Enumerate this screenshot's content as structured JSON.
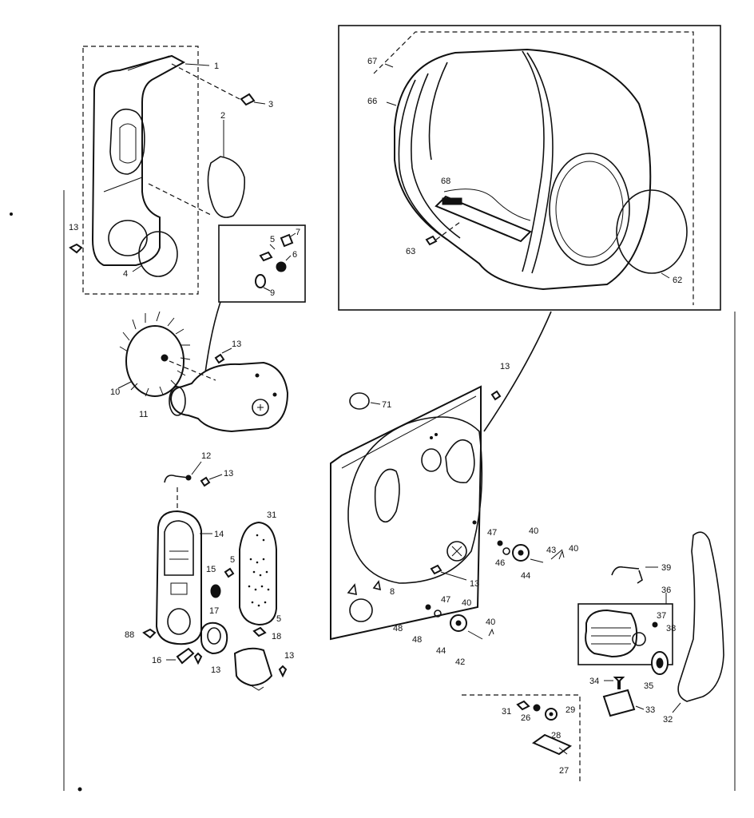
{
  "labels": {
    "p1": "1",
    "p2": "2",
    "p3": "3",
    "p4": "4",
    "p5a": "5",
    "p6": "6",
    "p7": "7",
    "p9": "9",
    "p10": "10",
    "p11": "11",
    "p12": "12",
    "p13a": "13",
    "p13b": "13",
    "p13c": "13",
    "p13d": "13",
    "p13e": "13",
    "p13f": "13",
    "p13g": "13",
    "p14": "14",
    "p15": "15",
    "p5b": "5",
    "p5c": "5",
    "p16": "16",
    "p17": "17",
    "p18": "18",
    "p31a": "31",
    "p88": "88",
    "p67": "67",
    "p66": "66",
    "p68": "68",
    "p63": "63",
    "p62": "62",
    "p71": "71",
    "p47a": "47",
    "p40a": "40",
    "p46a": "46",
    "p44a": "44",
    "p43": "43",
    "p40b": "40",
    "p8": "8",
    "p47b": "47",
    "p40c": "40",
    "p48a": "48",
    "p44b": "44",
    "p40d": "40",
    "p42": "42",
    "p48b": "48",
    "p39": "39",
    "p36a": "36",
    "p37": "37",
    "p38": "38",
    "p34": "34",
    "p35": "35",
    "p33": "33",
    "p32": "32",
    "p31b": "31",
    "p26": "26",
    "p29": "29",
    "p28": "28",
    "p27": "27"
  }
}
